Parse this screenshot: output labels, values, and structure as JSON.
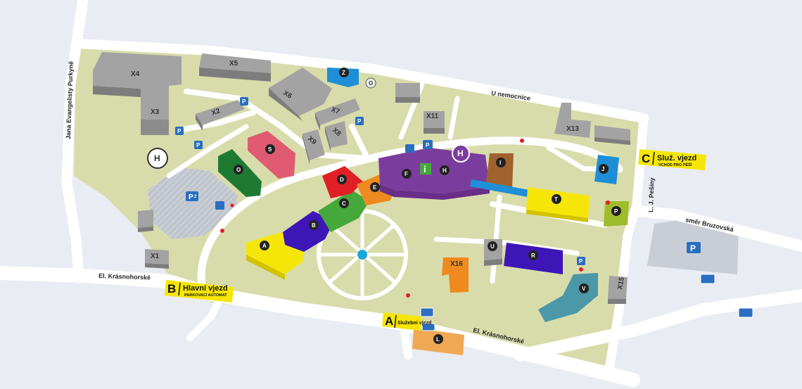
{
  "streets": {
    "el_krasnohorske_west": "El. Krásnohorské",
    "el_krasnohorske_south": "El. Krásnohorské",
    "u_nemocnice": "U nemocnice",
    "jana_evangelisty_purkyne": "Jana Evangelisty Purkyně",
    "l_j_pesiny": "L. J. Pešiny",
    "smer_bruzovska": "směr Bruzovská"
  },
  "entrances": {
    "a": {
      "letter": "A",
      "title": "Služební vjezd"
    },
    "b": {
      "letter": "B",
      "title": "Hlavní vjezd",
      "subtitle": "PARKOVACÍ AUTOMAT"
    },
    "c": {
      "letter": "C",
      "title": "Služ. vjezd",
      "subtitle": "VCHOD PRO PĚŠÍ"
    }
  },
  "buildings": {
    "x1": "X1",
    "x2": "X2",
    "x3": "X3",
    "x4": "X4",
    "x5": "X5",
    "x6": "X6",
    "x7": "X7",
    "x8": "X8",
    "x9": "X9",
    "x11": "X11",
    "x13": "X13",
    "x15": "X15",
    "x16": "X16"
  },
  "markers": {
    "a": "A",
    "b": "B",
    "c": "C",
    "d": "D",
    "e": "E",
    "f": "F",
    "h": "H",
    "i": "I",
    "j": "J",
    "l": "L",
    "o": "O",
    "p": "P",
    "r": "R",
    "s": "S",
    "t": "T",
    "u": "U",
    "v": "V",
    "z": "Z",
    "o_small": "O"
  },
  "parking": {
    "label": "P",
    "label_p2": "P",
    "index_p2": "2"
  },
  "helipad": {
    "label": "H"
  },
  "info": {
    "label": "i"
  },
  "colors": {
    "background": "#e9ecf3",
    "campus": "#d8dcab",
    "road": "#ffffff",
    "building_gray": "#a3a3a3",
    "building_gray_dark": "#7d7d7d",
    "parking_blue": "#2a6fbf",
    "yellow": "#f6e608",
    "purple": "#7b3d9d",
    "red": "#e01f26",
    "orange": "#ee8a1e",
    "green": "#45a83a",
    "indigo": "#3d16b8",
    "dark_green": "#1e7a33",
    "pink": "#e05a72",
    "brown": "#a0622e",
    "teal": "#4a98a8",
    "lime": "#9fbc2a",
    "light_blue": "#1e8fd6",
    "sand": "#f0a854"
  }
}
